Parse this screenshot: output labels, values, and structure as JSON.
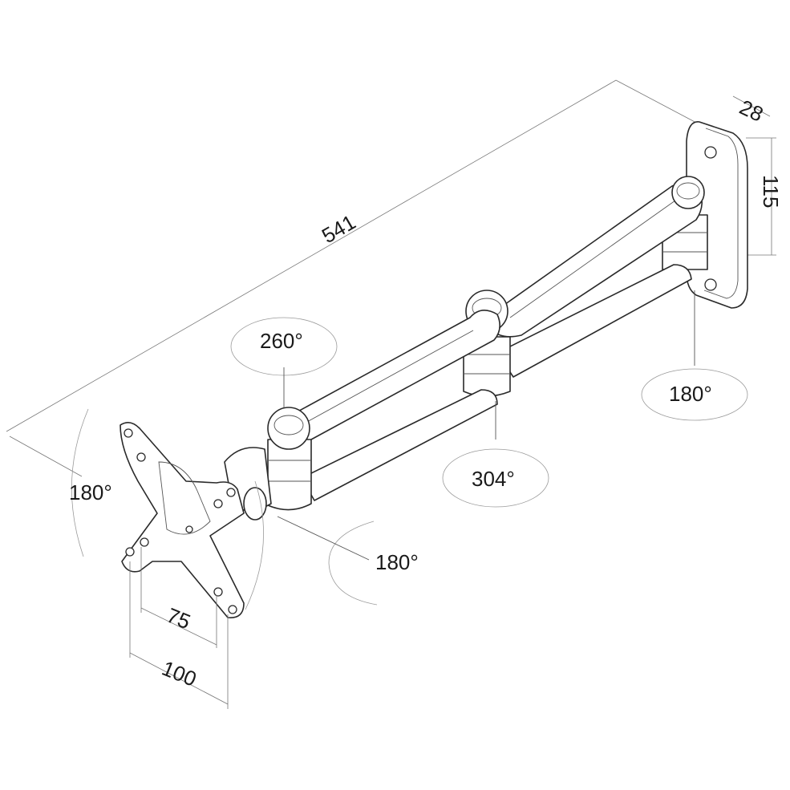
{
  "dimensions": {
    "arm_length": "541",
    "plate_depth": "28",
    "plate_height": "115",
    "vesa_small": "75",
    "vesa_large": "100"
  },
  "rotations": {
    "shoulder_joint": "260°",
    "elbow_joint": "304°",
    "wall_joint": "180°",
    "head_tilt": "180°",
    "head_swivel": "180°"
  }
}
